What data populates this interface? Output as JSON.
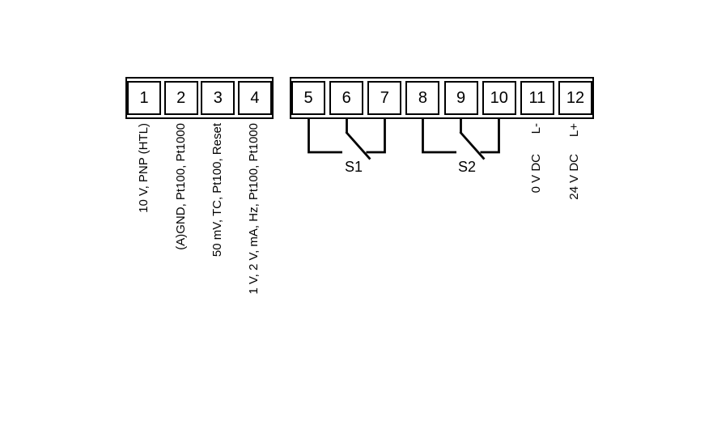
{
  "colors": {
    "background": "#ffffff",
    "line": "#000000",
    "text": "#000000"
  },
  "blocks": {
    "left": {
      "terminals": [
        {
          "number": "1",
          "label": "10 V, PNP (HTL)"
        },
        {
          "number": "2",
          "label": "(A)GND, Pt100, Pt1000"
        },
        {
          "number": "3",
          "label": "50 mV, TC, Pt100, Reset"
        },
        {
          "number": "4",
          "label": "1 V, 2 V, mA, Hz, Pt100, Pt1000"
        }
      ]
    },
    "right": {
      "terminals": [
        {
          "number": "5"
        },
        {
          "number": "6"
        },
        {
          "number": "7"
        },
        {
          "number": "8"
        },
        {
          "number": "9"
        },
        {
          "number": "10"
        },
        {
          "number": "11",
          "label": "L-",
          "sublabel": "0 V DC"
        },
        {
          "number": "12",
          "label": "L+",
          "sublabel": "24 V DC"
        }
      ]
    }
  },
  "switches": [
    {
      "label": "S1",
      "terminals": "5-6-7"
    },
    {
      "label": "S2",
      "terminals": "8-9-10"
    }
  ]
}
